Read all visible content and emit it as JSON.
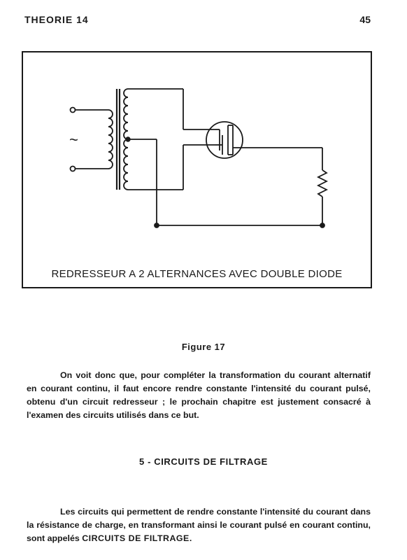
{
  "header": {
    "left": "THEORIE 14",
    "page_number": "45"
  },
  "figure": {
    "caption_in_box": "REDRESSEUR A 2 ALTERNANCES AVEC DOUBLE DIODE",
    "source_symbol": "~",
    "label": "Figure 17"
  },
  "paragraph1": "On voit donc que, pour compléter la transformation du courant alternatif en courant continu, il faut encore rendre constante l'intensité du courant pulsé, obtenu d'un circuit redresseur ; le prochain chapitre est justement consacré à l'examen des circuits utilisés dans ce but.",
  "section_title": "5 - CIRCUITS DE FILTRAGE",
  "paragraph2_pre": "Les circuits qui permettent de rendre constante l'intensité du courant dans la résistance de charge, en transformant ainsi le courant pulsé en courant continu, sont appelés ",
  "paragraph2_emph": "CIRCUITS DE FILTRAGE",
  "paragraph2_post": "."
}
